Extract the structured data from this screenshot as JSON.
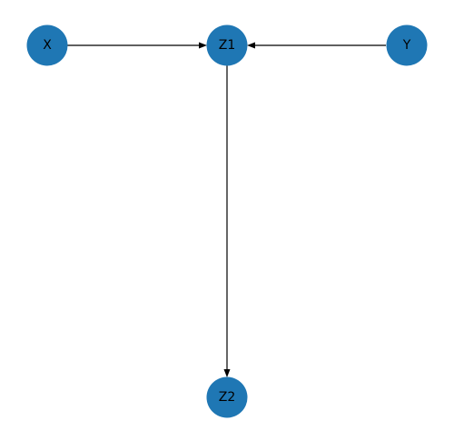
{
  "graph": {
    "node_color": "#1f77b4",
    "edge_color": "#000000",
    "label_color": "#000000",
    "nodes": [
      {
        "id": "X",
        "label": "X"
      },
      {
        "id": "Z1",
        "label": "Z1"
      },
      {
        "id": "Y",
        "label": "Y"
      },
      {
        "id": "Z2",
        "label": "Z2"
      }
    ],
    "edges": [
      {
        "from": "X",
        "to": "Z1"
      },
      {
        "from": "Y",
        "to": "Z1"
      },
      {
        "from": "Z1",
        "to": "Z2"
      }
    ]
  }
}
